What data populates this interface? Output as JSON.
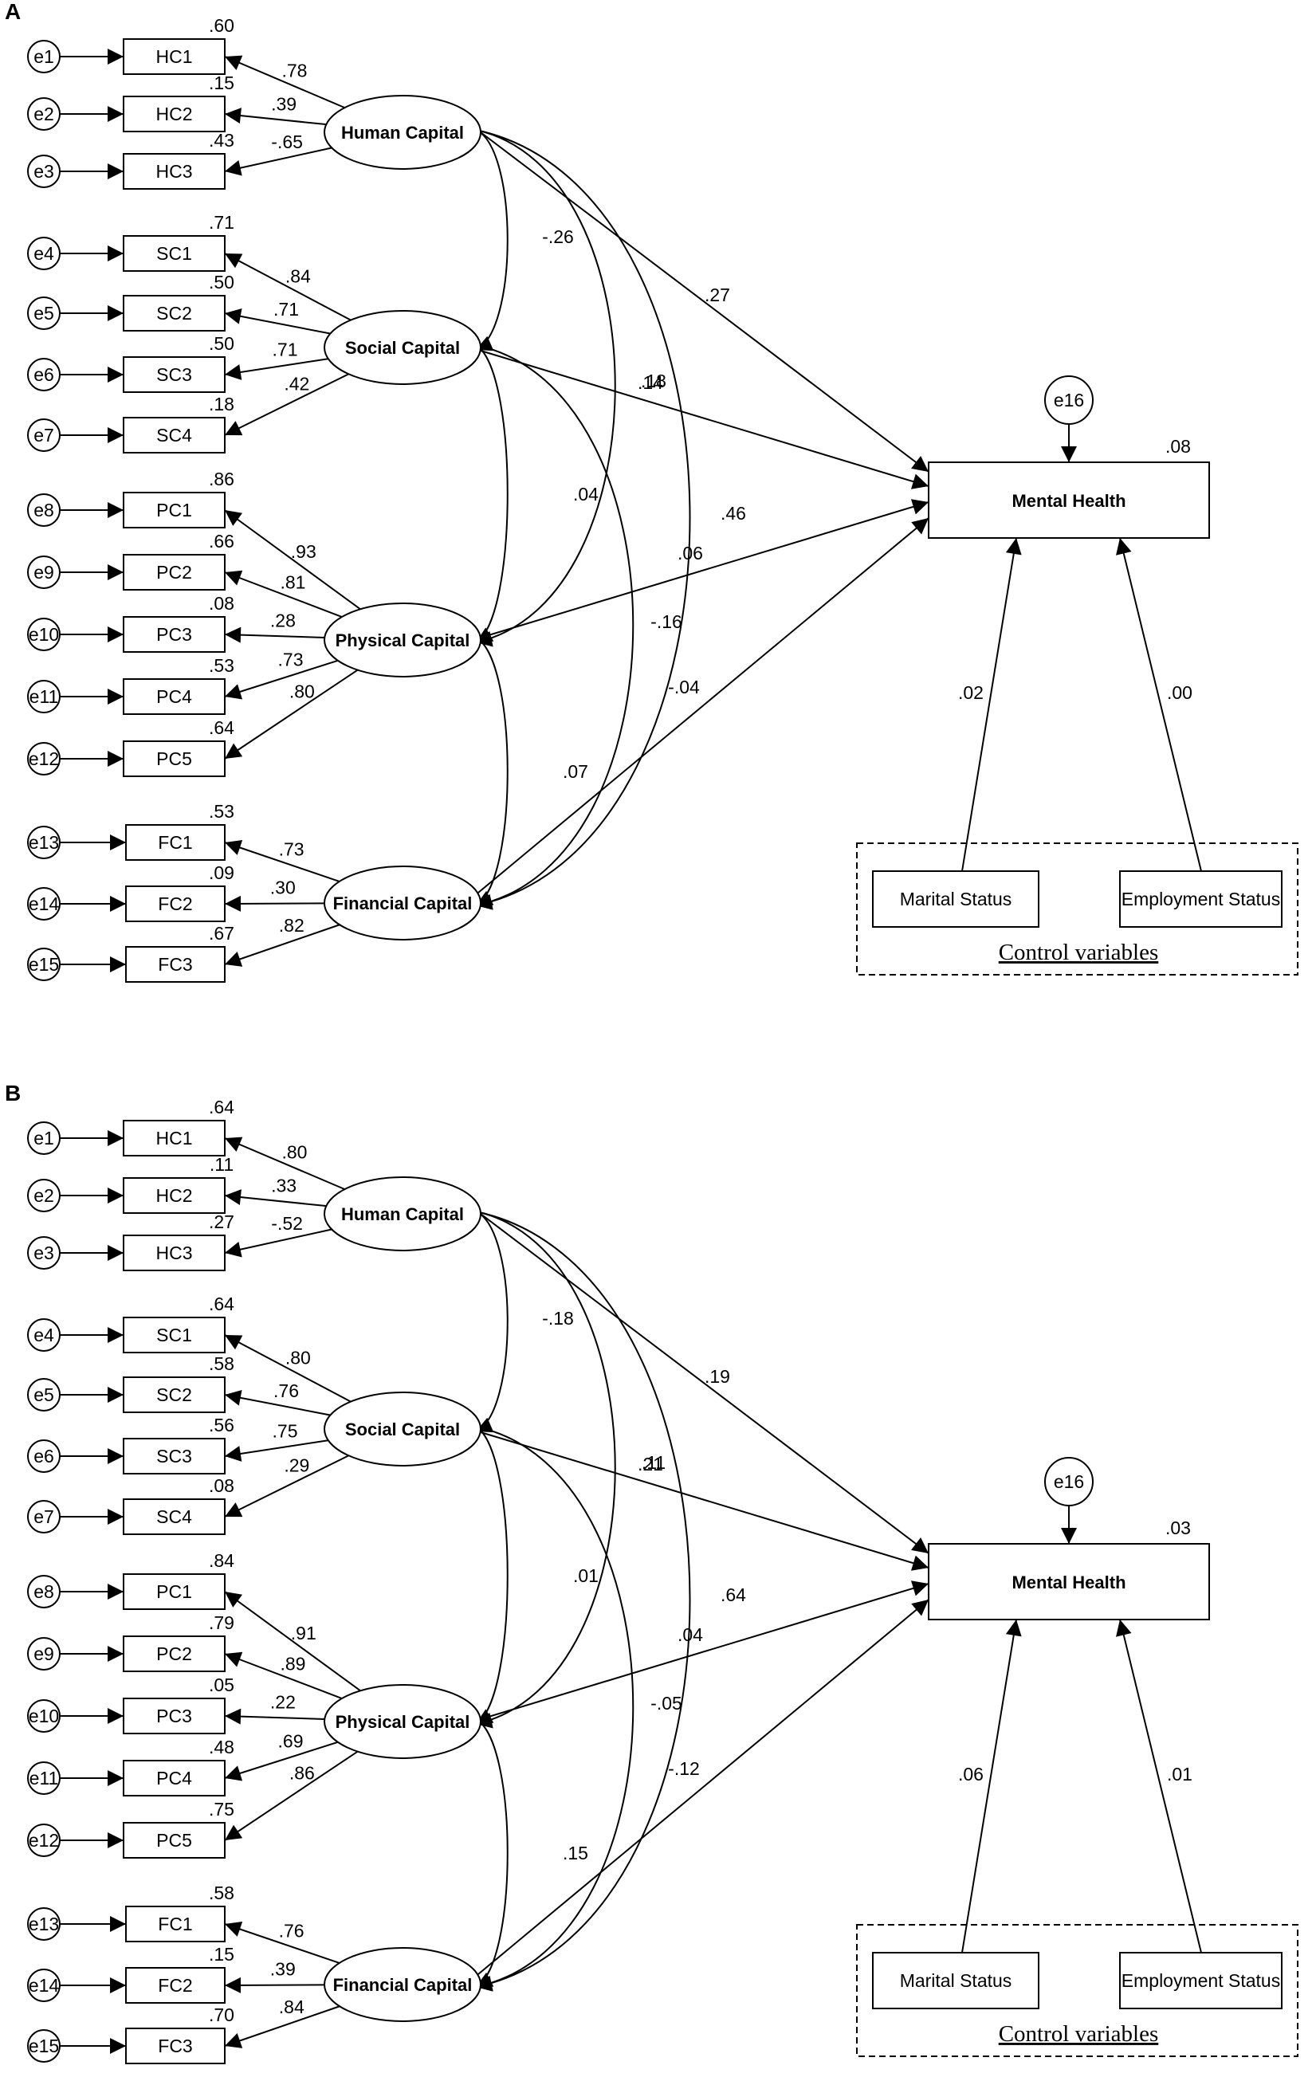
{
  "panels": [
    {
      "label": "A",
      "latents": [
        "Human Capital",
        "Social Capital",
        "Physical Capital",
        "Financial Capital"
      ],
      "indicators": {
        "Human Capital": [
          {
            "err": "e1",
            "name": "HC1",
            "r2": ".60",
            "loading": ".78"
          },
          {
            "err": "e2",
            "name": "HC2",
            "r2": ".15",
            "loading": ".39"
          },
          {
            "err": "e3",
            "name": "HC3",
            "r2": ".43",
            "loading": "-.65"
          }
        ],
        "Social Capital": [
          {
            "err": "e4",
            "name": "SC1",
            "r2": ".71",
            "loading": ".84"
          },
          {
            "err": "e5",
            "name": "SC2",
            "r2": ".50",
            "loading": ".71"
          },
          {
            "err": "e6",
            "name": "SC3",
            "r2": ".50",
            "loading": ".71"
          },
          {
            "err": "e7",
            "name": "SC4",
            "r2": ".18",
            "loading": ".42"
          }
        ],
        "Physical Capital": [
          {
            "err": "e8",
            "name": "PC1",
            "r2": ".86",
            "loading": ".93"
          },
          {
            "err": "e9",
            "name": "PC2",
            "r2": ".66",
            "loading": ".81"
          },
          {
            "err": "e10",
            "name": "PC3",
            "r2": ".08",
            "loading": ".28"
          },
          {
            "err": "e11",
            "name": "PC4",
            "r2": ".53",
            "loading": ".73"
          },
          {
            "err": "e12",
            "name": "PC5",
            "r2": ".64",
            "loading": ".80"
          }
        ],
        "Financial Capital": [
          {
            "err": "e13",
            "name": "FC1",
            "r2": ".53",
            "loading": ".73"
          },
          {
            "err": "e14",
            "name": "FC2",
            "r2": ".09",
            "loading": ".30"
          },
          {
            "err": "e15",
            "name": "FC3",
            "r2": ".67",
            "loading": ".82"
          }
        ]
      },
      "covariances": {
        "HC-SC": "-.26",
        "HC-PC": ".14",
        "HC-FC": ".46",
        "SC-PC": ".04",
        "SC-FC": "-.16",
        "PC-FC": ".07"
      },
      "paths": {
        "HC": ".27",
        "SC": ".18",
        "PC": ".06",
        "FC": "-.04"
      },
      "outcome": {
        "name": "Mental Health",
        "error": "e16",
        "r2": ".08"
      },
      "controls": [
        {
          "name": "Marital Status",
          "coef": ".02"
        },
        {
          "name": "Employment Status",
          "coef": ".00"
        }
      ],
      "controls_label": "Control variables"
    },
    {
      "label": "B",
      "latents": [
        "Human Capital",
        "Social Capital",
        "Physical Capital",
        "Financial Capital"
      ],
      "indicators": {
        "Human Capital": [
          {
            "err": "e1",
            "name": "HC1",
            "r2": ".64",
            "loading": ".80"
          },
          {
            "err": "e2",
            "name": "HC2",
            "r2": ".11",
            "loading": ".33"
          },
          {
            "err": "e3",
            "name": "HC3",
            "r2": ".27",
            "loading": "-.52"
          }
        ],
        "Social Capital": [
          {
            "err": "e4",
            "name": "SC1",
            "r2": ".64",
            "loading": ".80"
          },
          {
            "err": "e5",
            "name": "SC2",
            "r2": ".58",
            "loading": ".76"
          },
          {
            "err": "e6",
            "name": "SC3",
            "r2": ".56",
            "loading": ".75"
          },
          {
            "err": "e7",
            "name": "SC4",
            "r2": ".08",
            "loading": ".29"
          }
        ],
        "Physical Capital": [
          {
            "err": "e8",
            "name": "PC1",
            "r2": ".84",
            "loading": ".91"
          },
          {
            "err": "e9",
            "name": "PC2",
            "r2": ".79",
            "loading": ".89"
          },
          {
            "err": "e10",
            "name": "PC3",
            "r2": ".05",
            "loading": ".22"
          },
          {
            "err": "e11",
            "name": "PC4",
            "r2": ".48",
            "loading": ".69"
          },
          {
            "err": "e12",
            "name": "PC5",
            "r2": ".75",
            "loading": ".86"
          }
        ],
        "Financial Capital": [
          {
            "err": "e13",
            "name": "FC1",
            "r2": ".58",
            "loading": ".76"
          },
          {
            "err": "e14",
            "name": "FC2",
            "r2": ".15",
            "loading": ".39"
          },
          {
            "err": "e15",
            "name": "FC3",
            "r2": ".70",
            "loading": ".84"
          }
        ]
      },
      "covariances": {
        "HC-SC": "-.18",
        "HC-PC": ".21",
        "HC-FC": ".64",
        "SC-PC": ".01",
        "SC-FC": "-.05",
        "PC-FC": ".15"
      },
      "paths": {
        "HC": ".19",
        "SC": ".11",
        "PC": ".04",
        "FC": "-.12"
      },
      "outcome": {
        "name": "Mental Health",
        "error": "e16",
        "r2": ".03"
      },
      "controls": [
        {
          "name": "Marital Status",
          "coef": ".06"
        },
        {
          "name": "Employment Status",
          "coef": ".01"
        }
      ],
      "controls_label": "Control variables"
    }
  ]
}
